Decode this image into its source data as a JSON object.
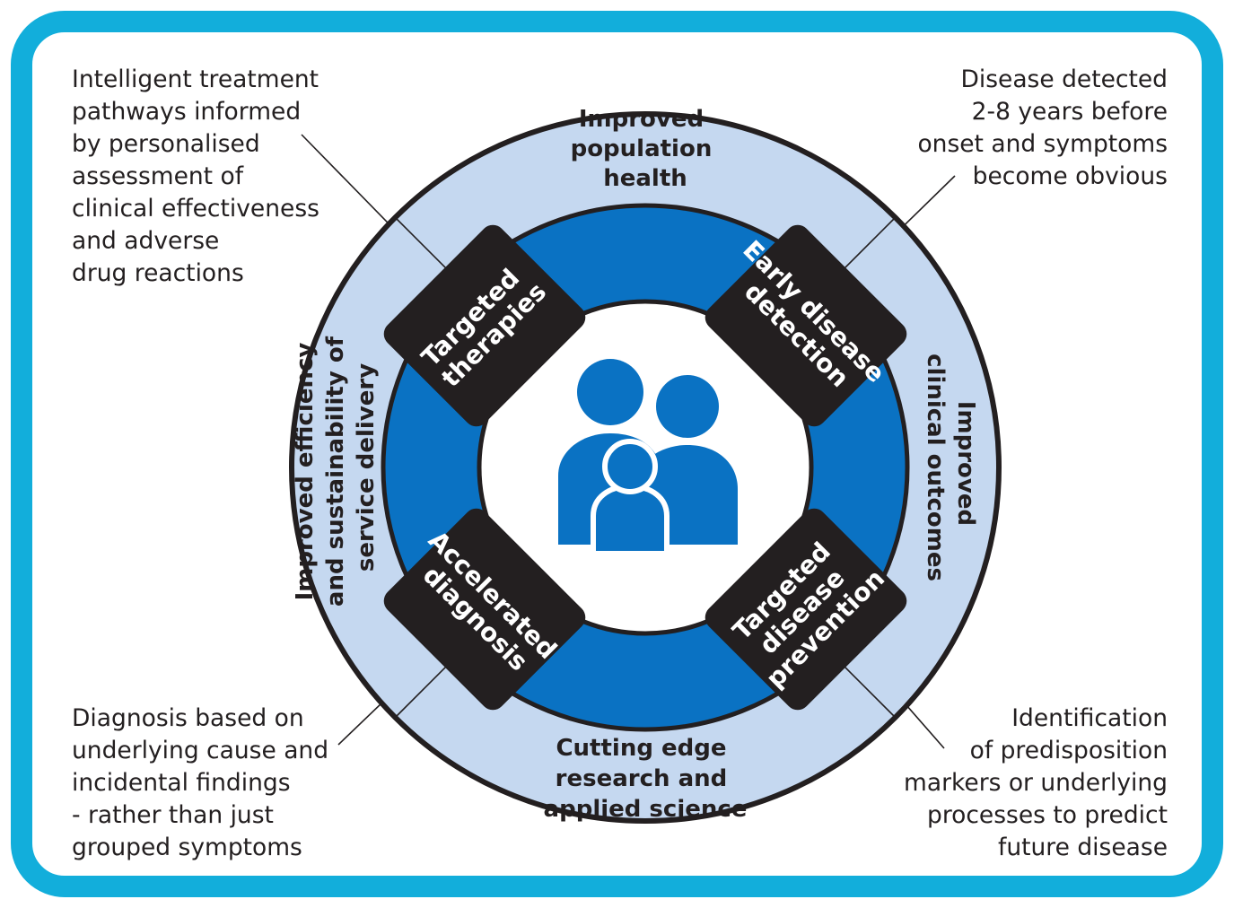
{
  "colors": {
    "frame": "#12aedb",
    "outer_ring": "#c5d8f0",
    "middle_ring": "#0a72c3",
    "box": "#231f20",
    "box_text": "#ffffff",
    "family_icon": "#0a72c3",
    "text": "#231f20"
  },
  "center": {
    "icon": "family-icon"
  },
  "outer_labels": {
    "top": [
      "Improved",
      "population",
      "health"
    ],
    "bottom": [
      "Cutting edge",
      "research and",
      "applied science"
    ],
    "left": [
      "Improved efficiency",
      "and sustainability of",
      "service delivery"
    ],
    "right": [
      "Improved",
      "clinical outcomes"
    ]
  },
  "boxes": {
    "top_left": [
      "Targeted",
      "therapies"
    ],
    "top_right": [
      "Early disease",
      "detection"
    ],
    "bottom_left": [
      "Accelerated",
      "diagnosis"
    ],
    "bottom_right": [
      "Targeted",
      "disease",
      "prevention"
    ]
  },
  "notes": {
    "top_left": "Intelligent treatment\npathways informed\nby personalised\nassessment of\nclinical effectiveness\nand adverse\ndrug reactions",
    "top_right": "Disease detected\n2-8 years before\nonset and symptoms\nbecome obvious",
    "bottom_left": "Diagnosis based on\nunderlying cause and\nincidental findings\n- rather than just\ngrouped symptoms",
    "bottom_right": "Identification\nof predisposition\nmarkers or underlying\nprocesses to predict\nfuture disease"
  }
}
